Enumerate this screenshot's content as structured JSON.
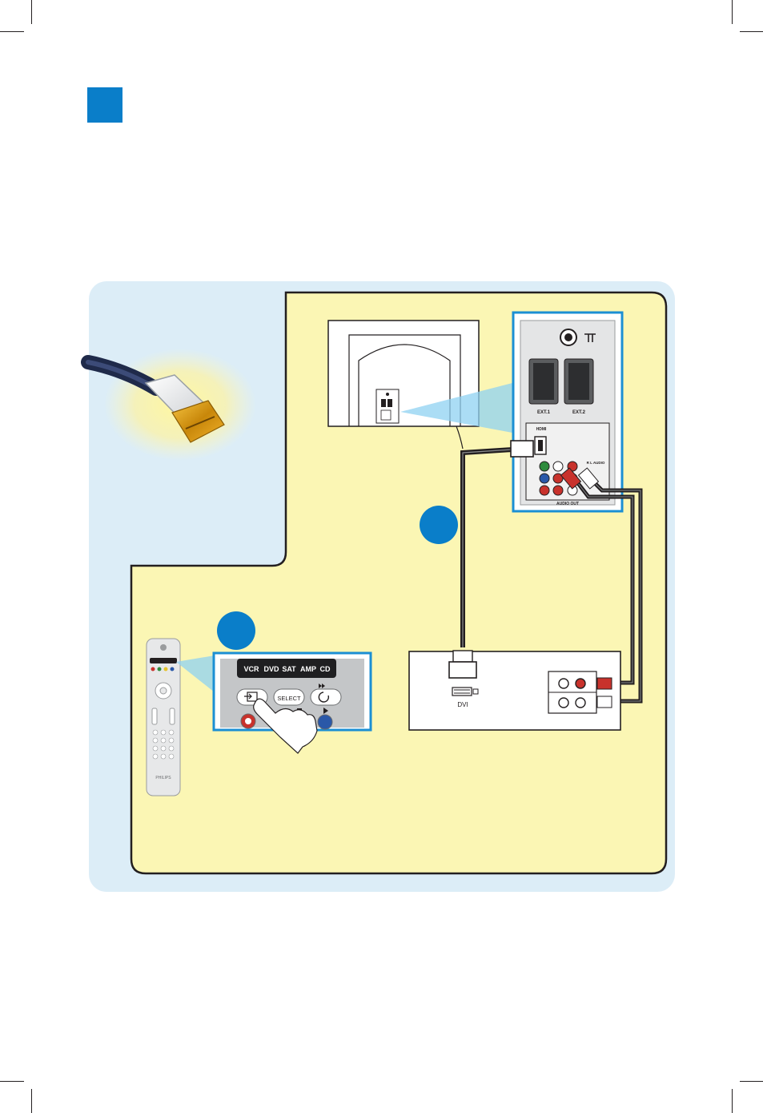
{
  "tv_panel": {
    "label_ext1": "EXT.1",
    "label_ext2": "EXT.2",
    "label_hdmi": "HDMI",
    "label_audio_in": "R  L  AUDIO",
    "label_audio_out": "AUDIO OUT"
  },
  "device": {
    "dvi_label": "DVI"
  },
  "remote_zoom": {
    "modes": [
      "VCR",
      "DVD",
      "SAT",
      "AMP",
      "CD"
    ],
    "select_label": "SELECT",
    "brand": "PHILIPS"
  },
  "colors": {
    "step_blue": "#0a7ec9",
    "bg_blue": "#dcedf7",
    "panel_yellow": "#fbf6b4",
    "frame_blue": "#1b8fd3"
  }
}
